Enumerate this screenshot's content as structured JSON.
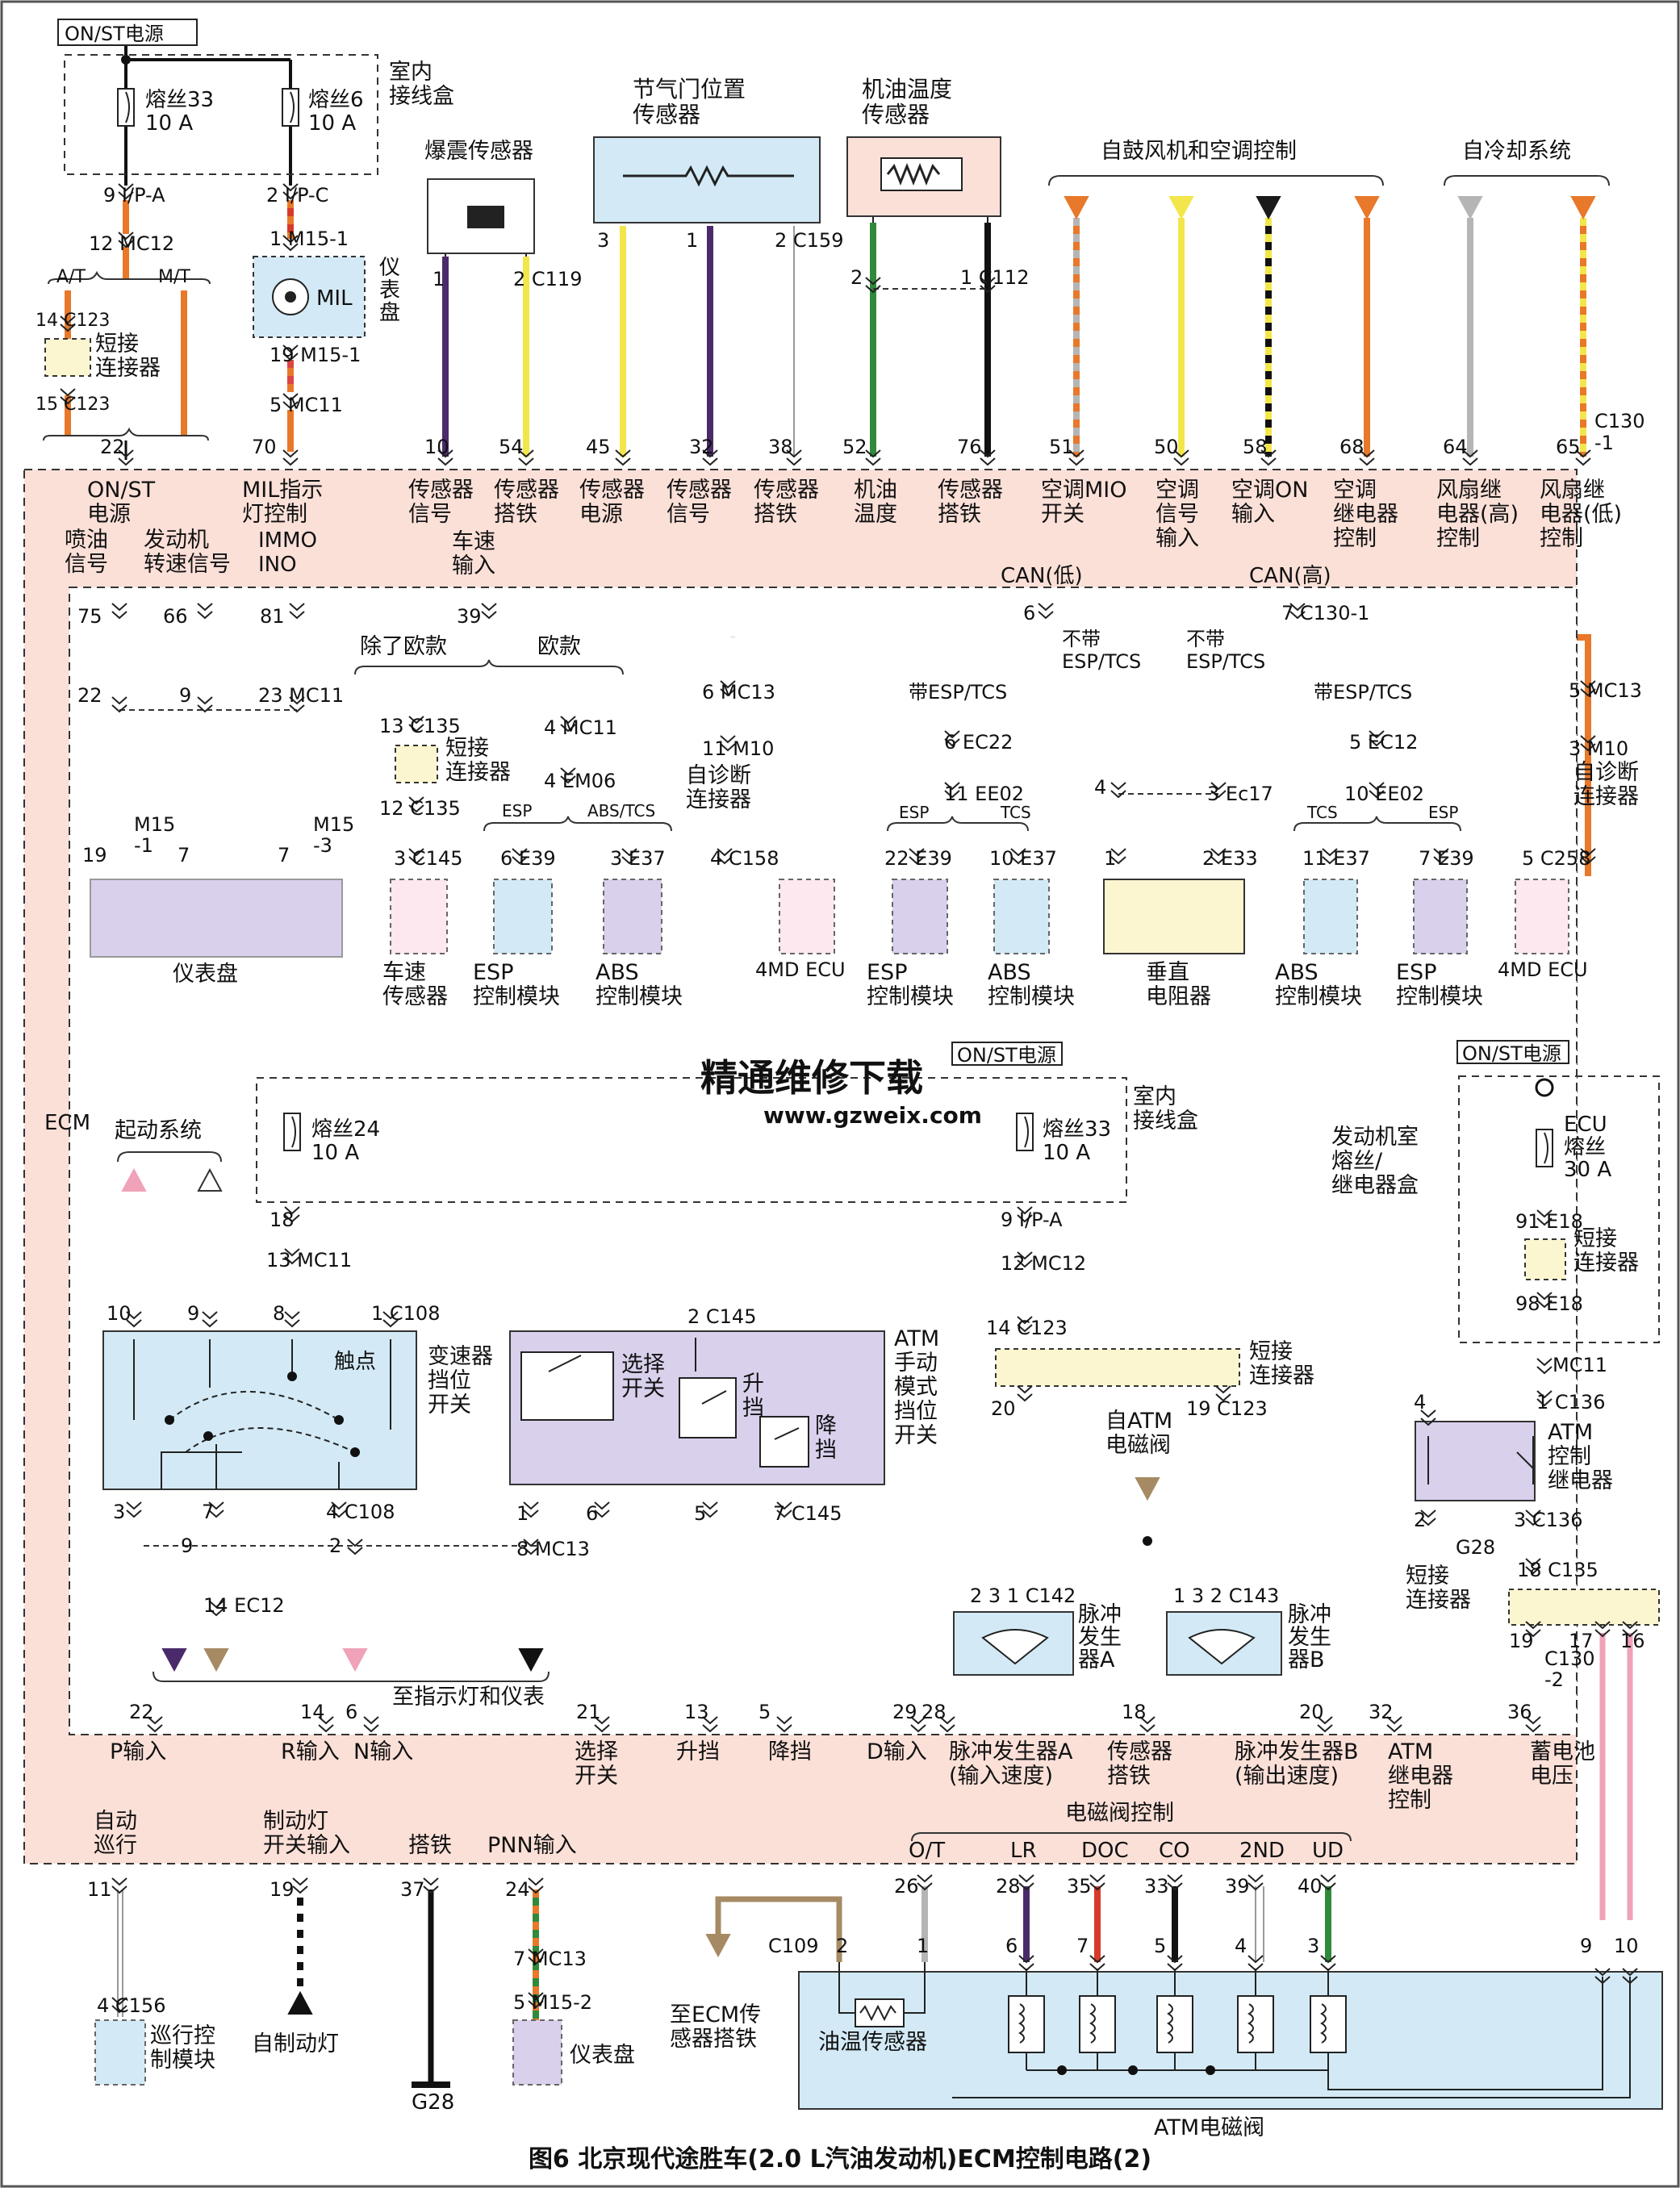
{
  "caption": "图6 北京现代途胜车(2.0 L汽油发动机)ECM控制电路(2)",
  "watermark": {
    "cn": "精通维修下载",
    "url": "www.gzweix.com"
  },
  "colors": {
    "orange": "#e8782a",
    "yellow": "#f3e64a",
    "purple": "#4b2a6b",
    "green": "#2f8a3a",
    "black": "#1a1a1a",
    "gray": "#b5b5b5",
    "brown": "#a68a63",
    "red": "#d83a2a",
    "pink": "#efa2b8",
    "ecm_fill": "#fbe0d8",
    "blue_fill": "#d3eaf6",
    "lav_fill": "#d9d0ec",
    "yel_fill": "#fbf6d0"
  },
  "supply": {
    "top_left": "ON/ST电源",
    "mid": "ON/ST电源",
    "right": "ON/ST电源"
  },
  "top": {
    "junction_box": "室内\n接线盒",
    "fuse33": "熔丝33\n10 A",
    "fuse6": "熔丝6\n10 A",
    "conn_ipa": "9 I/P-A",
    "conn_ipc": "2 I/P-C",
    "mc12": "12 MC12",
    "at": "A/T",
    "mt": "M/T",
    "c123_14": "14 C123",
    "c123_15": "15 C123",
    "short_conn": "短接\n连接器",
    "m15_1a": "1 M15-1",
    "mil": "MIL",
    "cluster_tag": "仪\n表\n盘",
    "m15_1b": "19 M15-1",
    "mc11": "5 MC11",
    "knock": "爆震传感器",
    "c119_1": "1",
    "c119_2": "2 C119",
    "tps": "节气门位置\n传感器",
    "tps_pins": [
      "3",
      "1",
      "2 C159"
    ],
    "oil": "机油温度\n传感器",
    "oil_pins": [
      "2",
      "1 C112"
    ],
    "blower": "自鼓风机和空调控制",
    "cooling": "自冷却系统",
    "c130": "C130\n-1"
  },
  "ecm_top_pins": [
    "22",
    "70",
    "10",
    "54",
    "45",
    "32",
    "38",
    "52",
    "76",
    "51",
    "50",
    "58",
    "68",
    "64",
    "65"
  ],
  "ecm_top_labels": [
    "ON/ST\n电源",
    "MIL指示\n灯控制",
    "传感器\n信号",
    "传感器\n搭铁",
    "传感器\n电源",
    "传感器\n信号",
    "传感器\n搭铁",
    "机油\n温度",
    "传感器\n搭铁",
    "空调MIO\n开关",
    "空调\n信号\n输入",
    "空调ON\n输入",
    "空调\n继电器\n控制",
    "风扇继\n电器(高)\n控制",
    "风扇继\n电器(低)\n控制"
  ],
  "ecm_row2": [
    "喷油\n信号",
    "发动机\n转速信号",
    "IMMO\nINO",
    "车速\n输入",
    "CAN(低)",
    "CAN(高)"
  ],
  "ecm_label": "ECM",
  "mid": {
    "pins75": "75",
    "pins66": "66",
    "pins81": "81",
    "pins39": "39",
    "pin6": "6",
    "pin7": "7 C130-1",
    "c22": "22",
    "c9": "9",
    "c23": "23 MC11",
    "m15_19": "19",
    "m15_1": "M15\n-1",
    "m15_7a": "7",
    "m15_7b": "7",
    "m15_3": "M15\n-3",
    "cluster": "仪表盘",
    "except_eu": "除了欧款",
    "eu": "欧款",
    "c135_13": "13 C135",
    "c135_12": "12 C135",
    "short2": "短接\n连接器",
    "mc11_4": "4 MC11",
    "em06": "4 EM06",
    "esp_tag": "ESP",
    "abstcs_tag": "ABS/TCS",
    "c145": "3 C145",
    "e39": "6 E39",
    "e37": "3 E37",
    "vss": "车速\n传感器",
    "esp_mod": "ESP\n控制模块",
    "abs_mod": "ABS\n控制模块",
    "mc13_6": "6 MC13",
    "m10_11": "11 M10",
    "diag_l": "自诊断\n连接器",
    "with_esp": "带ESP/TCS",
    "no_esp": "不带\nESP/TCS",
    "ec22": "6 EC22",
    "ee02a": "11 EE02",
    "esp2": "ESP",
    "tcs2": "TCS",
    "c158": "4 C158",
    "e39b": "22 E39",
    "e37b": "10 E37",
    "e33a": "1",
    "p4": "4",
    "m4md": "4MD ECU",
    "esp_mod2": "ESP\n控制模块",
    "abs_mod2": "ABS\n控制模块",
    "term": "垂直\n电阻器",
    "no_esp_r": "不带\nESP/TCS",
    "with_esp_r": "带ESP/TCS",
    "ec17": "3 Ec17",
    "ec12": "5 EC12",
    "ee02b": "10 EE02",
    "tcs3": "TCS",
    "esp3": "ESP",
    "e33": "2 E33",
    "e37c": "11 E37",
    "e39c": "7 E39",
    "c258": "5 C258",
    "abs_mod3": "ABS\n控制模块",
    "esp_mod3": "ESP\n控制模块",
    "m4md2": "4MD ECU",
    "mc13_5": "5 MC13",
    "m10_3": "3 M10",
    "diag_r": "自诊断\n连接器"
  },
  "low": {
    "jb": "室内\n接线盒",
    "fuse24": "熔丝24\n10 A",
    "fuse33b": "熔丝33\n10 A",
    "start": "起动系统",
    "p18": "18",
    "p13": "13 MC11",
    "pins_sw": [
      "10",
      "9",
      "8",
      "1 C108"
    ],
    "trs": "变速器\n挡位\n开关",
    "contact": "触点",
    "c145_2": "2 C145",
    "atm_sel": "选择\n开关",
    "up": "升\n挡",
    "down": "降\n挡",
    "atm_label": "ATM\n手动\n模式\n挡位\n开关",
    "sw_out": [
      "3",
      "7",
      "4 C108"
    ],
    "atm_out": [
      "1",
      "6",
      "5",
      "7 C145"
    ],
    "mc13_8": "8 MC13",
    "m9": "9",
    "m2": "2",
    "ec12_14": "14 EC12",
    "to_ind": "至指示灯和仪表",
    "ipa9": "9 I/P-A",
    "mc12b": "12 MC12",
    "c123b_14": "14 C123",
    "short3": "短接\n连接器",
    "c123_20": "20",
    "c123_19": "19 C123",
    "from_atm": "自ATM\n电磁阀",
    "c142": "2 3 1 C142",
    "pulse_a": "脉冲\n发生\n器A",
    "c143": "1 3 2 C143",
    "pulse_b": "脉冲\n发生\n器B",
    "ecu_fuse": "ECU\n熔丝\n30 A",
    "engine_box": "发动机室\n熔丝/\n继电器盒",
    "e18a": "91 E18",
    "short4": "短接\n连接器",
    "e18b": "98 E18",
    "mc11r": "MC11",
    "c136": "1 C136",
    "p4": "4",
    "atm_relay": "ATM\n控制\n继电器",
    "c136_3": "3 C136",
    "g28a": "G28",
    "p2": "2",
    "c135r": "18 C135",
    "short5": "短接\n连接器",
    "c130_2": "C130\n-2",
    "p19": "19",
    "p17": "17",
    "p16": "16"
  },
  "ecm_bottom_pins": [
    "22",
    "14",
    "6",
    "21",
    "13",
    "5",
    "29",
    "28",
    "18",
    "20",
    "32",
    "36"
  ],
  "ecm_bottom_labels": [
    "P输入",
    "R输入",
    "N输入",
    "选择\n开关",
    "升挡",
    "降挡",
    "D输入",
    "脉冲发生器A\n(输入速度)",
    "传感器\n搭铁",
    "脉冲发生器B\n(输出速度)",
    "ATM\n继电器\n控制",
    "蓄电池\n电压"
  ],
  "ecm_bottom2": [
    "自动\n巡行",
    "制动灯\n开关输入",
    "搭铁",
    "PNN输入",
    "电磁阀控制"
  ],
  "sol_names": [
    "O/T",
    "LR",
    "DOC",
    "CO",
    "2ND",
    "UD"
  ],
  "sol_pins": [
    "26",
    "28",
    "35",
    "33",
    "39",
    "40"
  ],
  "bottom": {
    "p11": "11",
    "c156": "4 C156",
    "cruise": "巡行控\n制模块",
    "p19": "19",
    "brake": "自制动灯",
    "p37": "37",
    "g28": "G28",
    "p24": "24",
    "mc13_7": "7 MC13",
    "m15_5": "5 M15-2",
    "cluster": "仪表盘",
    "c109": "C109",
    "c109_pins": [
      "2",
      "1"
    ],
    "to_ecm": "至ECM传\n感器搭铁",
    "oil_sensor": "油温传感器",
    "sol_cpins": [
      "6",
      "7",
      "5",
      "4",
      "3"
    ],
    "p9": "9",
    "p10": "10",
    "atm_sol": "ATM电磁阀"
  }
}
